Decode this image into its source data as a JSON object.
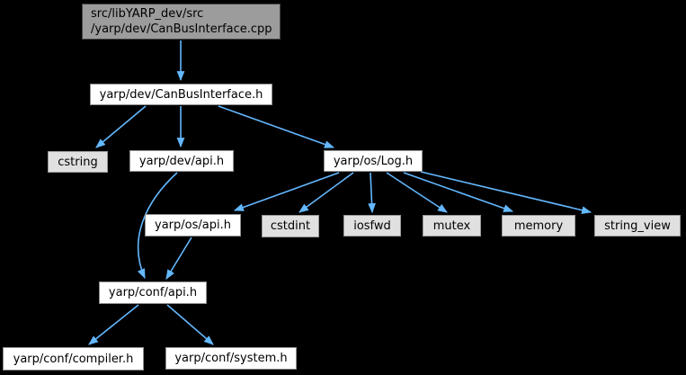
{
  "diagram": {
    "type": "include-dependency-graph",
    "background_color": "#000000",
    "edge_color": "#63b8ff",
    "nodes": {
      "cpp_file": {
        "label_line1": "src/libYARP_dev/src",
        "label_line2": "/yarp/dev/CanBusInterface.cpp",
        "style": "source-file-gray"
      },
      "canbusinterface_h": {
        "label": "yarp/dev/CanBusInterface.h",
        "style": "header-white"
      },
      "cstring": {
        "label": "cstring",
        "style": "system-gray"
      },
      "dev_api_h": {
        "label": "yarp/dev/api.h",
        "style": "header-white"
      },
      "os_log_h": {
        "label": "yarp/os/Log.h",
        "style": "header-white"
      },
      "os_api_h": {
        "label": "yarp/os/api.h",
        "style": "header-white"
      },
      "cstdint": {
        "label": "cstdint",
        "style": "system-gray"
      },
      "iosfwd": {
        "label": "iosfwd",
        "style": "system-gray"
      },
      "mutex": {
        "label": "mutex",
        "style": "system-gray"
      },
      "memory": {
        "label": "memory",
        "style": "system-gray"
      },
      "string_view": {
        "label": "string_view",
        "style": "system-gray"
      },
      "conf_api_h": {
        "label": "yarp/conf/api.h",
        "style": "header-white"
      },
      "conf_compiler_h": {
        "label": "yarp/conf/compiler.h",
        "style": "header-white"
      },
      "conf_system_h": {
        "label": "yarp/conf/system.h",
        "style": "header-white"
      }
    },
    "edges": [
      {
        "from": "src/libYARP_dev/src/yarp/dev/CanBusInterface.cpp",
        "to": "yarp/dev/CanBusInterface.h"
      },
      {
        "from": "yarp/dev/CanBusInterface.h",
        "to": "cstring"
      },
      {
        "from": "yarp/dev/CanBusInterface.h",
        "to": "yarp/dev/api.h"
      },
      {
        "from": "yarp/dev/CanBusInterface.h",
        "to": "yarp/os/Log.h"
      },
      {
        "from": "yarp/dev/api.h",
        "to": "yarp/conf/api.h"
      },
      {
        "from": "yarp/os/Log.h",
        "to": "yarp/os/api.h"
      },
      {
        "from": "yarp/os/Log.h",
        "to": "cstdint"
      },
      {
        "from": "yarp/os/Log.h",
        "to": "iosfwd"
      },
      {
        "from": "yarp/os/Log.h",
        "to": "mutex"
      },
      {
        "from": "yarp/os/Log.h",
        "to": "memory"
      },
      {
        "from": "yarp/os/Log.h",
        "to": "string_view"
      },
      {
        "from": "yarp/os/api.h",
        "to": "yarp/conf/api.h"
      },
      {
        "from": "yarp/conf/api.h",
        "to": "yarp/conf/compiler.h"
      },
      {
        "from": "yarp/conf/api.h",
        "to": "yarp/conf/system.h"
      }
    ]
  }
}
